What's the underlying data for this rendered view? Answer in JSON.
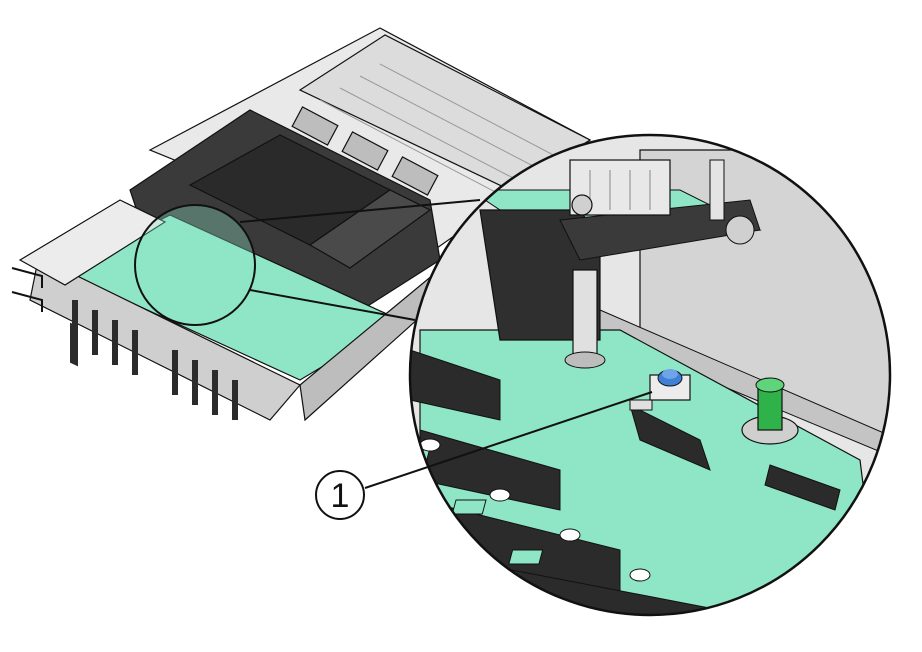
{
  "callouts": [
    {
      "label": "1",
      "target": "blue-push-button"
    }
  ],
  "colors": {
    "board_green": "#8ee6c6",
    "board_green_dark": "#62c7a3",
    "chassis_gray": "#d9d9d9",
    "chassis_dark": "#2b2b2b",
    "button_blue": "#3f7fd6",
    "screw_green": "#2fb24a",
    "outline": "#111111"
  },
  "icons": {
    "callout_marker": "circle-number",
    "zoom_link": "magnify-circle"
  }
}
